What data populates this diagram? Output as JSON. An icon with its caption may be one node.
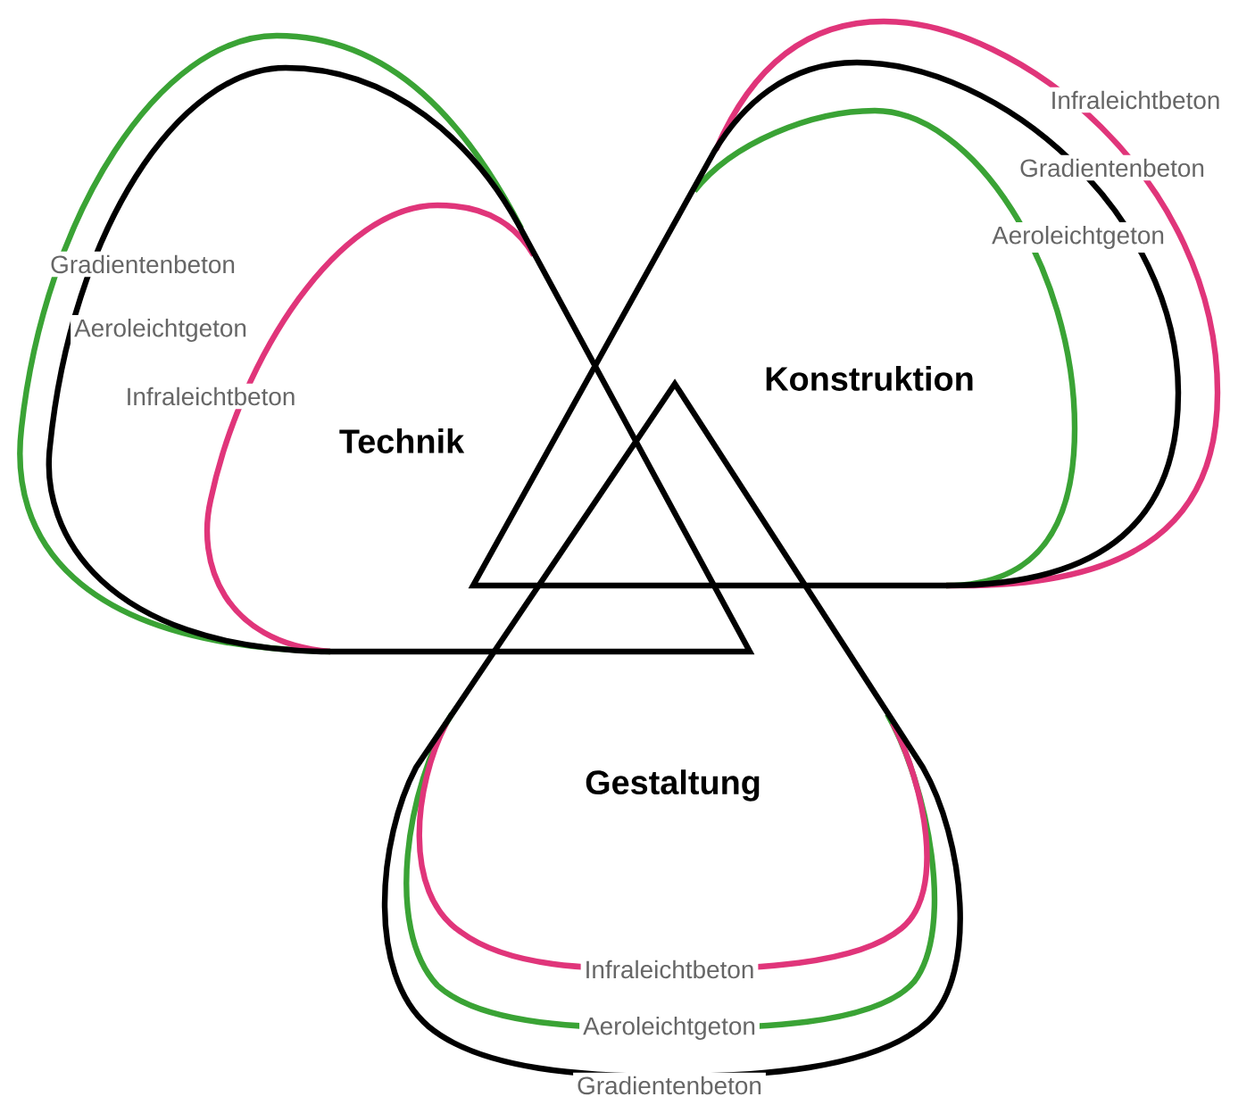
{
  "diagram": {
    "nodes": [
      {
        "text": [
          "Technik"
        ]
      },
      {
        "text": [
          "Konstruktion"
        ]
      },
      {
        "text": [
          "Gestaltung"
        ]
      }
    ],
    "labels": [
      "Infraleichtbeton",
      "Gradientenbeton",
      "Aeroleichtgeton",
      "Gradientenbeton",
      "Aeroleichtgeton",
      "Infraleichtbeton",
      "Infraleichtbeton",
      "Aeroleichtgeton",
      "Gradientenbeton"
    ]
  }
}
